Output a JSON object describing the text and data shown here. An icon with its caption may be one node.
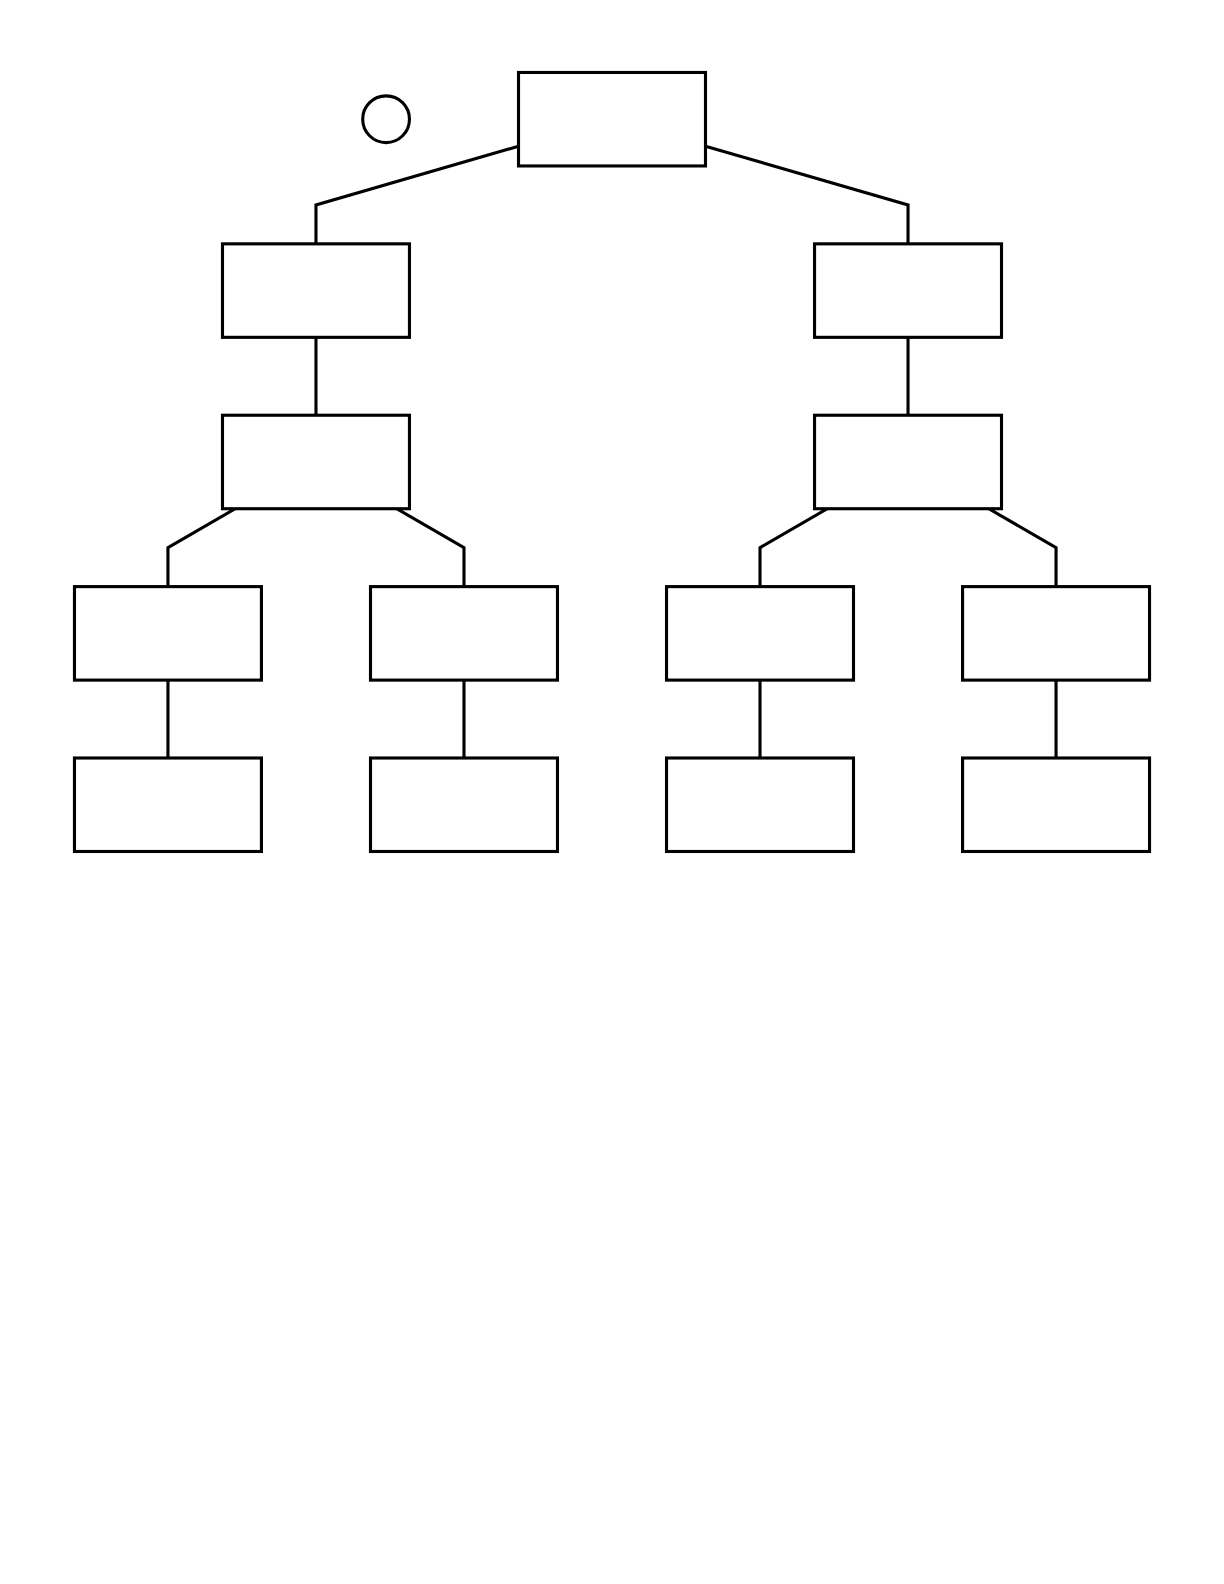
{
  "diagram": {
    "nodes": [
      {
        "text": [],
        "shape": "circle"
      },
      {
        "text": [],
        "shape": "box"
      },
      {
        "text": [],
        "shape": "box"
      },
      {
        "text": [],
        "shape": "box"
      },
      {
        "text": [],
        "shape": "box"
      },
      {
        "text": [],
        "shape": "box"
      },
      {
        "text": [],
        "shape": "box"
      },
      {
        "text": [],
        "shape": "box"
      },
      {
        "text": [],
        "shape": "box"
      },
      {
        "text": [],
        "shape": "box"
      },
      {
        "text": [],
        "shape": "box"
      },
      {
        "text": [],
        "shape": "box"
      },
      {
        "text": [],
        "shape": "box"
      },
      {
        "text": [],
        "shape": "box"
      }
    ],
    "edges": [
      {
        "from": 1,
        "to": 2,
        "arrow": "none"
      },
      {
        "from": 1,
        "to": 3,
        "arrow": "none"
      },
      {
        "from": 2,
        "to": 4,
        "arrow": "none"
      },
      {
        "from": 3,
        "to": 5,
        "arrow": "none"
      },
      {
        "from": 4,
        "to": 6,
        "arrow": "none"
      },
      {
        "from": 4,
        "to": 7,
        "arrow": "none"
      },
      {
        "from": 5,
        "to": 8,
        "arrow": "none"
      },
      {
        "from": 5,
        "to": 9,
        "arrow": "none"
      },
      {
        "from": 6,
        "to": 10,
        "arrow": "none"
      },
      {
        "from": 7,
        "to": 11,
        "arrow": "none"
      },
      {
        "from": 8,
        "to": 12,
        "arrow": "none"
      },
      {
        "from": 9,
        "to": 13,
        "arrow": "none"
      }
    ]
  }
}
